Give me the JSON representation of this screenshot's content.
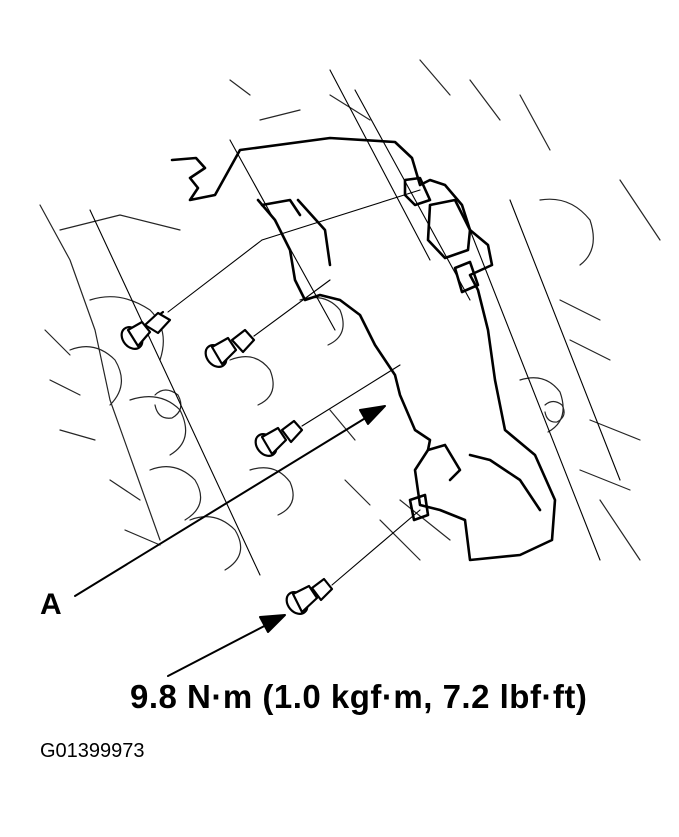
{
  "diagram": {
    "callouts": {
      "part_label": "A",
      "torque_spec": "9.8 N·m (1.0 kgf·m, 7.2 lbf·ft)"
    },
    "figure_id": "G01399973",
    "line_color": "#000000",
    "background": "#ffffff"
  }
}
